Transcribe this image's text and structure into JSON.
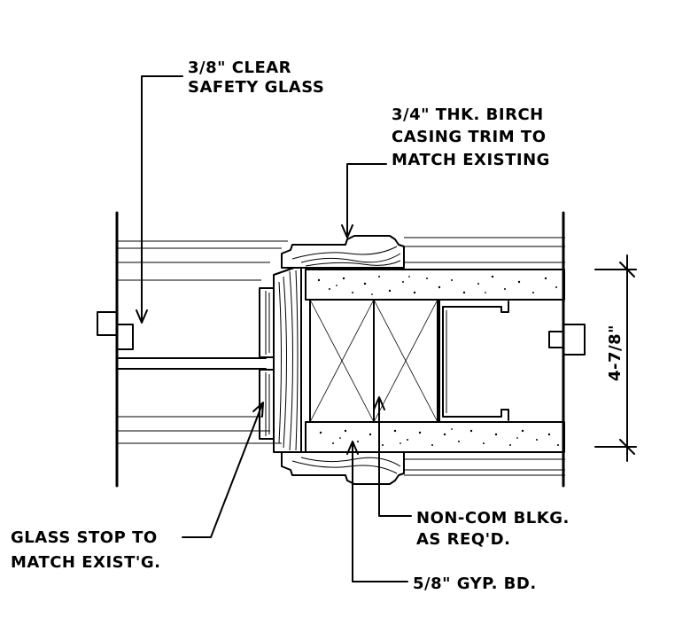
{
  "labels": {
    "safety_glass": [
      "3/8\" CLEAR",
      "SAFETY GLASS"
    ],
    "casing_trim": [
      "3/4\" THK. BIRCH",
      "CASING TRIM TO",
      "MATCH EXISTING"
    ],
    "dimension": "4-7/8\"",
    "glass_stop": [
      "GLASS STOP TO",
      "MATCH EXIST'G."
    ],
    "blocking": [
      "NON-COM BLKG.",
      "AS REQ'D."
    ],
    "gyp_board": "5/8\" GYP. BD."
  }
}
